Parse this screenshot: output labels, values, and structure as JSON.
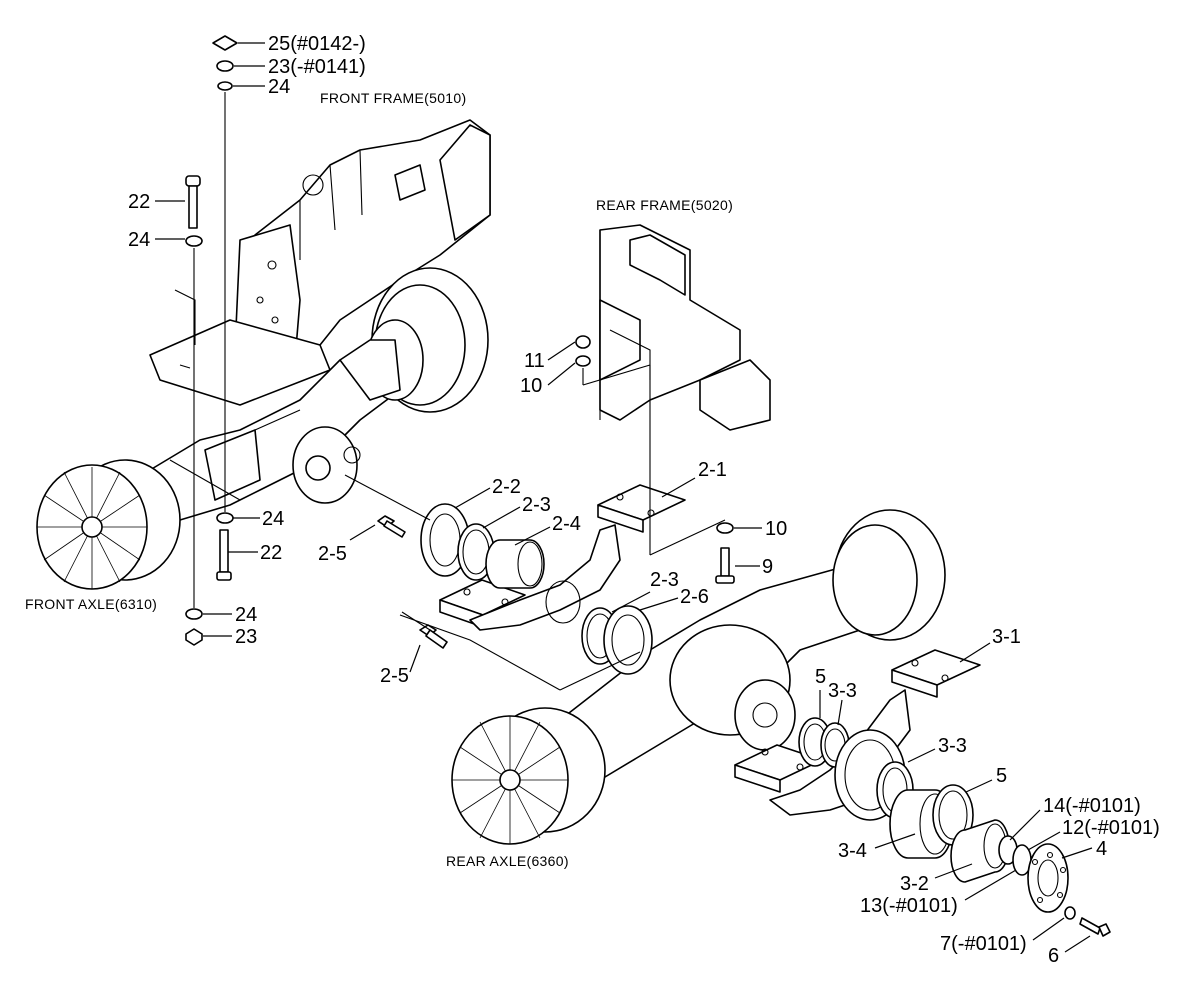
{
  "captions": {
    "front_frame": "FRONT FRAME(5010)",
    "rear_frame": "REAR FRAME(5020)",
    "front_axle": "FRONT AXLE(6310)",
    "rear_axle": "REAR AXLE(6360)"
  },
  "callouts": {
    "c25": "25(#0142-)",
    "c23_top": "23(-#0141)",
    "c24_top": "24",
    "c22_top": "22",
    "c24_upper": "24",
    "c24_mid": "24",
    "c22_low": "22",
    "c24_low": "24",
    "c23_low": "23",
    "c11": "11",
    "c10_top": "10",
    "c10_mid": "10",
    "c9": "9",
    "c2_1": "2-1",
    "c2_2": "2-2",
    "c2_3a": "2-3",
    "c2_4": "2-4",
    "c2_5a": "2-5",
    "c2_3b": "2-3",
    "c2_6": "2-6",
    "c2_5b": "2-5",
    "c3_1": "3-1",
    "c5a": "5",
    "c3_3a": "3-3",
    "c3_3b": "3-3",
    "c5b": "5",
    "c14": "14(-#0101)",
    "c12": "12(-#0101)",
    "c4": "4",
    "c3_4": "3-4",
    "c3_2": "3-2",
    "c13": "13(-#0101)",
    "c7": "7(-#0101)",
    "c6": "6"
  }
}
